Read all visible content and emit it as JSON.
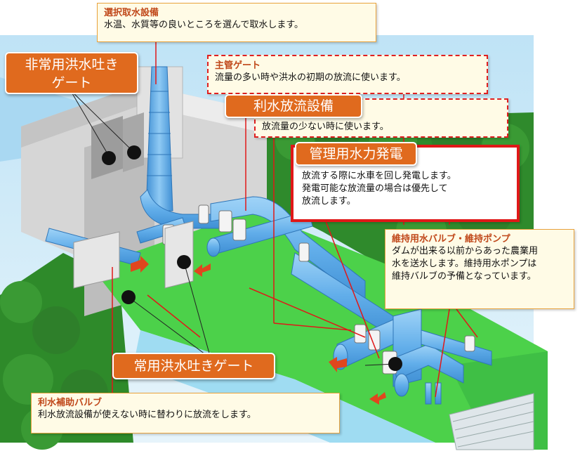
{
  "callouts": {
    "intake": {
      "title": "選択取水設備",
      "body": "水温、水質等の良いところを選んで取水します。"
    },
    "main_gate": {
      "title": "主管ゲート",
      "body": "流量の多い時や洪水の初期の放流に使います。"
    },
    "water_use": {
      "body": "放流量の少ない時に使います。"
    },
    "hydro": {
      "line1": "放流する際に水車を回し発電します。",
      "line2": "発電可能な放流量の場合は優先して",
      "line3": "放流します。"
    },
    "maintenance": {
      "title": "維持用水バルブ・維持ポンプ",
      "line1": "ダムが出来る以前からあった農業用",
      "line2": "水を送水します。維持用水ポンプは",
      "line3": "維持バルブの予備となっています。"
    },
    "aux_valve": {
      "title": "利水補助バルブ",
      "body": "利水放流設備が使えない時に替わりに放流をします。"
    }
  },
  "labels": {
    "emergency_gate_line1": "非常用洪水吐き",
    "emergency_gate_line2": "ゲート",
    "water_use_facility": "利水放流設備",
    "hydro_power": "管理用水力発電",
    "regular_gate": "常用洪水吐きゲート"
  },
  "colors": {
    "accent_orange": "#e06a1e",
    "callout_title": "#c0481a",
    "red": "#e01818",
    "pipe": "#6fb8ee",
    "grass": "#4cd14a"
  }
}
